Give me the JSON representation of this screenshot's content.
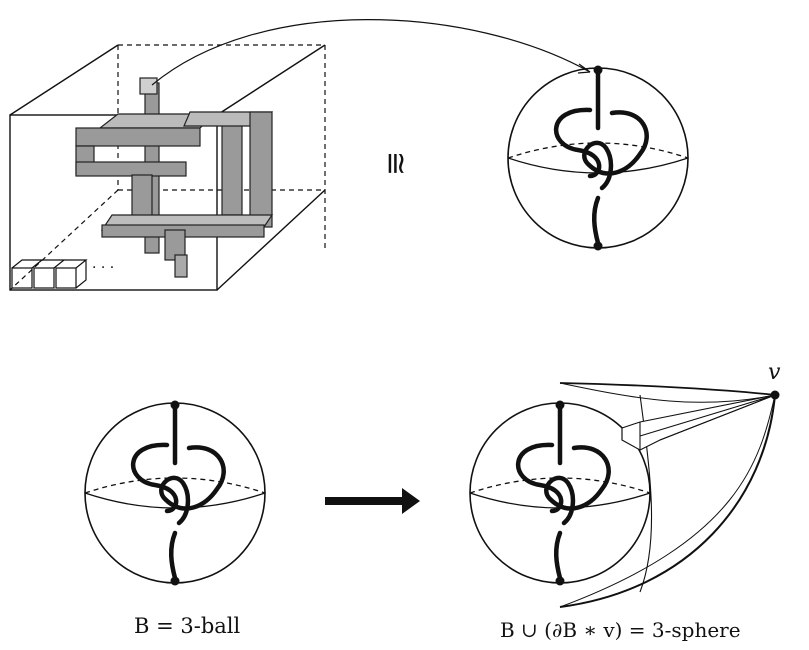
{
  "figure": {
    "symbols": {
      "congruence": "≅",
      "dots": "· · ·",
      "vertex": "v"
    },
    "captions": {
      "ball": "B = 3-ball",
      "sphere": "B ∪ (∂B ∗ v) = 3-sphere"
    }
  }
}
